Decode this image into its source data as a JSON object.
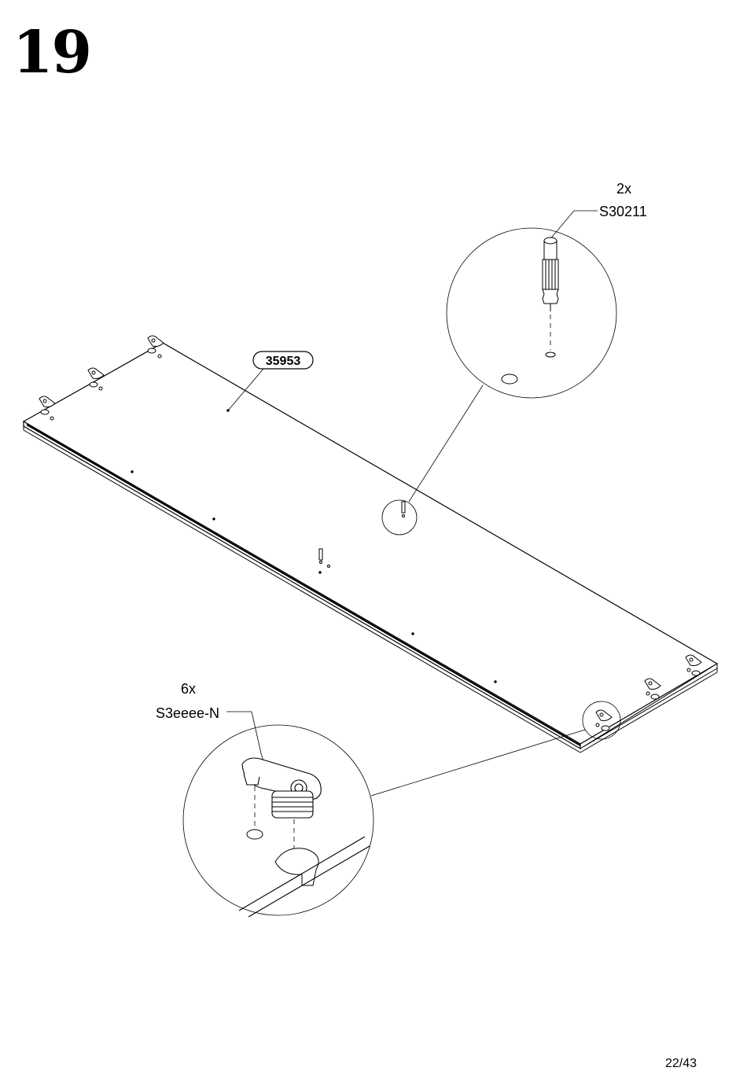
{
  "step": {
    "number": "19"
  },
  "panel": {
    "part_id": "35953"
  },
  "callouts": {
    "dowel": {
      "quantity": "2x",
      "code": "S30211"
    },
    "cam": {
      "quantity": "6x",
      "code": "S3eeee-N"
    }
  },
  "footer": {
    "page": "22/43"
  }
}
